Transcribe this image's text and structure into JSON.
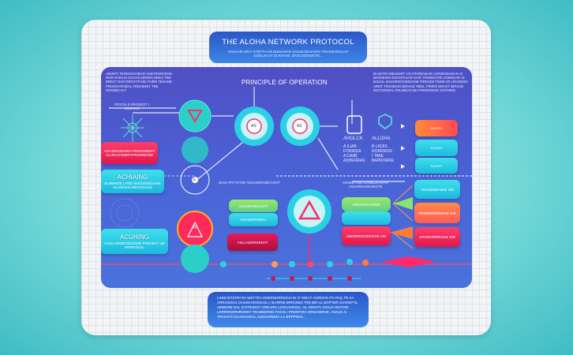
{
  "title": {
    "heading": "THE  ALOHA  NETWORK PROTOCOL",
    "subtitle": "ANALHIK DRIT STRTTA AR BISSANAR SAGIGODAHVDT TRASIKONALAT GOELSAUT SI RSANIL DIVICSDONICTE..."
  },
  "panel": {
    "heading": "PRINCIPLE OF OPERATION",
    "top_left_note": "ANORTI TEIRODOVIDAD ANDTRORVIOIN ROR SARAJA DAGAN DROPA NIWAI TRE BIREIT DAR DROVYTIAIN TAIRE TEIIIANE PROSGAROBAL ARDAIDNIT TRE GRSSBCALT",
    "top_right_note": "BI DETRI RBOSDRT AOVTERRAIDAR AORIRODARAN SI DIRINERIG ROARTASAR SAIR TRORNGITE CONNDAR SI BOGAL NASHROOGIDDONE PIREGMI TSDM AR LRVONOG ARIIIT TRSHINAR BIRAGE TBEIL PIRIRS BRAGT BIRAGE INGTONNIAL POLNIDAS BIA PRORODON SOTARIIE",
    "hub_label": "POSTALS PROSEOT I ESSRIAS",
    "left_buttons": [
      {
        "title": "",
        "text": "ASAIIRROIDORA PROSSNDRT ALLRAAOSMTAFRONRIONE"
      },
      {
        "title": "ACHIAING",
        "text": "BI BBRIDE LAND WAIGOVEDLIRE ALGONSIAARIOSSAGIL"
      },
      {
        "title": "ACUHING",
        "text": "AASA ARSIDODADION PROJECT UE PRINFIOIAL"
      }
    ],
    "node_labels": {
      "as1": "AS",
      "as2": "AS",
      "wheel": "G",
      "a": "A"
    },
    "devices": [
      {
        "name": "AHOLCK",
        "lines": [
          "A  ILIAB",
          "FORRIDA",
          "A  CAIIB",
          "ASHERRAS"
        ]
      },
      {
        "name": "ALLOHA",
        "lines": [
          "B  LROIS",
          "RORRNGR",
          "I  TAIIE",
          "BAPRORRE"
        ]
      }
    ],
    "right_buttons": [
      {
        "text": "ALAHA"
      },
      {
        "text": "ALAHA"
      },
      {
        "text": "ALAHA"
      }
    ],
    "mid_left_caption": "BASA PATTSTSR ASSANRROBOAROT",
    "mid_left_buttons": [
      "ANASRANSAAOT",
      "ANANSIPAREIC",
      "ASLAAERRSERAT"
    ],
    "mid_right_caption": "ARGEB ANDTERMEDERRAR ASSARRAGEDIROTE",
    "mid_right_buttons": [
      "ABDISIRSAIIBDE",
      "",
      "ADORRDSOROESE ARI"
    ],
    "far_right_buttons": [
      "ARAGEBRAIIDE SID",
      "ARIDRERERERAE SIR",
      "ARGRORRROIAE SIR"
    ]
  },
  "footer": {
    "text": "LINNOSTSTRI RA WETTRA ENERNORROCIA DI IT SNICT AGRDOS PO PAQ TR AA ARRAGHIAL GHAIRAIRONAOLA IKARRIE BRRONID TRE BIR AL BOPTER GIARSPTIL ARBEIRE BAL OYPRIDGIT GREARD LDOSANRSIA. OL DINIOTI SIOUAI BOTIRE LRRRIRDRRIRORRT TRABIDIRRE FOCIS I PRORTIRA ORNANRRIE, ANALE AI TRAIAOTI DAADAGRAL AGDOARDRA-LA EPPPDIAL."
  },
  "colors": {
    "panel": "#4a5fd2",
    "accent_red": "#e8184e",
    "accent_cyan": "#2ad0e6",
    "accent_orange": "#ff7a3a",
    "accent_green": "#8be26e",
    "title_blue": "#2a56c8"
  }
}
